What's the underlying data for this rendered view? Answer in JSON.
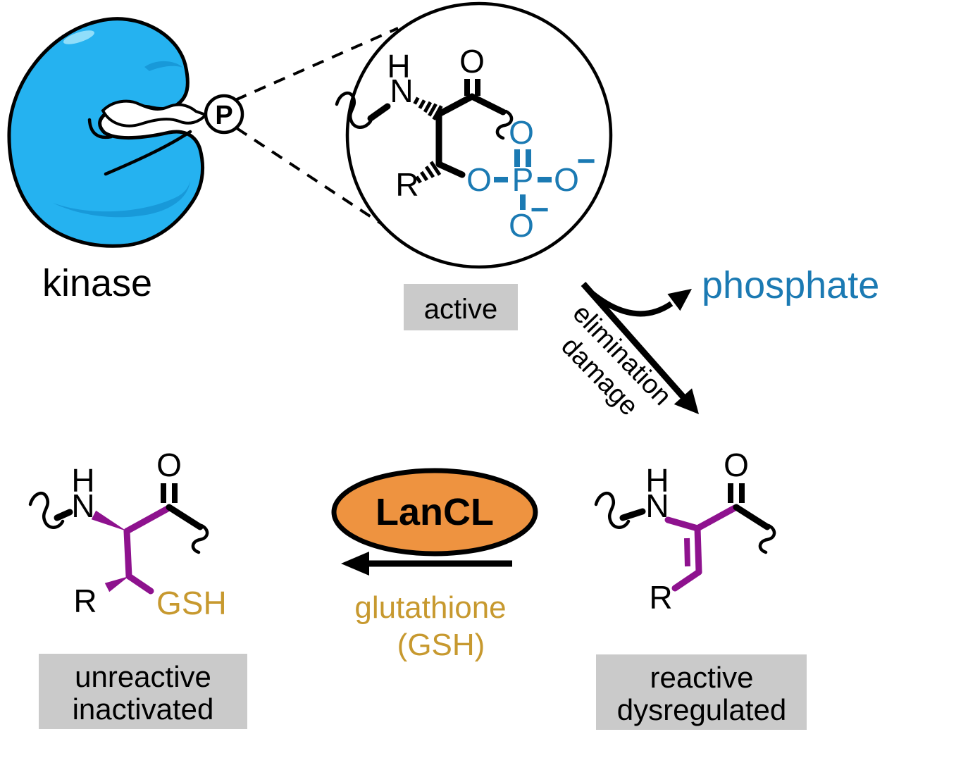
{
  "colors": {
    "protein_blue": "#25b2f0",
    "protein_shade": "#1899d9",
    "protein_highlight": "#90defa",
    "phosphate_blue": "#1b7ab3",
    "purple": "#8e128e",
    "gold": "#c7992f",
    "orange": "#ee9340",
    "label_box_gray": "#cacaca",
    "black": "#000000"
  },
  "kinase": {
    "label": "kinase",
    "phosphorus": "P"
  },
  "phospho_structure": {
    "h": "H",
    "n": "N",
    "carbonyl_o": "O",
    "r": "R",
    "ester_o": "O",
    "p": "P",
    "top_o": "O",
    "right_o": "O",
    "bottom_o": "O",
    "minus_right": "−",
    "minus_bottom": "−"
  },
  "active_label": "active",
  "elimination": {
    "line1": "elimination",
    "line2": "damage"
  },
  "phosphate_label": "phosphate",
  "reactive_structure": {
    "h": "H",
    "n": "N",
    "o": "O",
    "r": "R"
  },
  "reactive_box": {
    "line1": "reactive",
    "line2": "dysregulated"
  },
  "lancl_label": "LanCL",
  "glutathione": {
    "line1": "glutathione",
    "line2": "(GSH)"
  },
  "unreactive_structure": {
    "h": "H",
    "n": "N",
    "o": "O",
    "r": "R",
    "gsh": "GSH"
  },
  "unreactive_box": {
    "line1": "unreactive",
    "line2": "inactivated"
  }
}
